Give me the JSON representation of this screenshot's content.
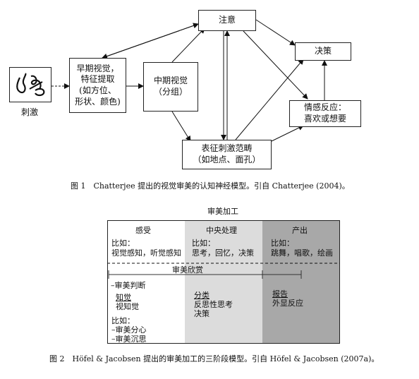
{
  "fig1": {
    "stimulus_label": "刺激",
    "early_vision": [
      "早期视觉，",
      "特征提取",
      "(如方位、",
      "形状、颜色)"
    ],
    "intermediate_vision": [
      "中期视觉",
      "（分组）"
    ],
    "attention": "注意",
    "decision": "决策",
    "emotion": [
      "情感反应：",
      "喜欢或想要"
    ],
    "representation": [
      "表征刺激范畴",
      "（如地点、面孔）"
    ],
    "caption": "图 1　Chatterjee 提出的视觉审美的认知神经模型。引自 Chatterjee (2004)。"
  },
  "fig2": {
    "title": "审美加工",
    "columns": [
      {
        "header": "感受",
        "example_label": "比如：",
        "example_text": "视觉感知，听觉感知"
      },
      {
        "header": "中央处理",
        "example_label": "比如：",
        "example_text": "思考，回忆，决策"
      },
      {
        "header": "产出",
        "example_label": "比如：",
        "example_text": "跳舞，唱歌，绘画"
      }
    ],
    "appreciation": "审美欣赏",
    "judgment": "–审美判断",
    "perception_head": "知觉",
    "perception_text": "视知觉",
    "classification_head": "分类",
    "classification_lines": [
      "反思性思考",
      "决策"
    ],
    "report_head": "报告",
    "report_text": "外显反应",
    "lower_example_label": "比如：",
    "lower_items": [
      "–审美分心",
      "–审美沉思"
    ],
    "caption": "图 2　Höfel & Jacobsen 提出的审美加工的三阶段模型。引自 Höfel & Jacobsen (2007a)。"
  }
}
